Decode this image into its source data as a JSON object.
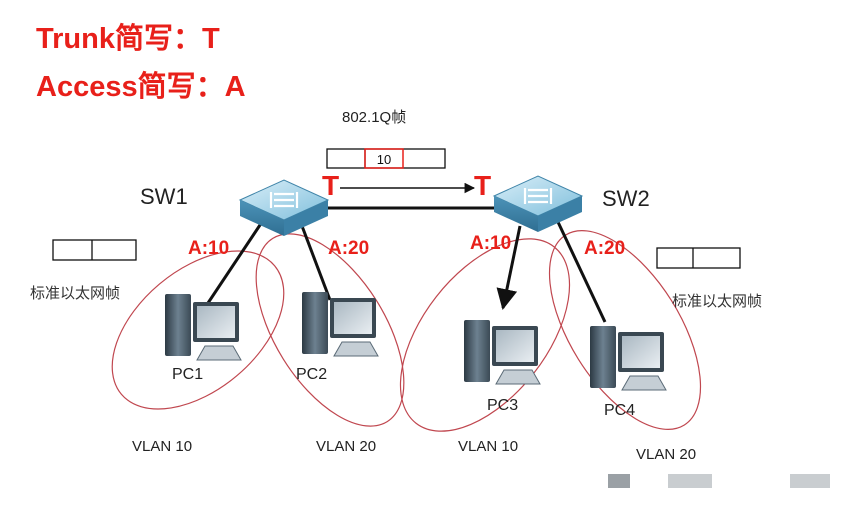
{
  "legend": {
    "trunk": "Trunk简写：T",
    "access": "Access简写：A"
  },
  "frame_top": {
    "caption": "802.1Q帧",
    "vlan_tag": "10"
  },
  "switches": {
    "sw1": "SW1",
    "sw2": "SW2"
  },
  "trunk_marks": {
    "left": "T",
    "right": "T"
  },
  "ports": {
    "sw1_pc1": "A:10",
    "sw1_pc2": "A:20",
    "sw2_pc3": "A:10",
    "sw2_pc4": "A:20"
  },
  "std_frames": {
    "left": "标准以太网帧",
    "right": "标准以太网帧"
  },
  "pcs": {
    "pc1": "PC1",
    "pc2": "PC2",
    "pc3": "PC3",
    "pc4": "PC4"
  },
  "vlans": {
    "v1": "VLAN 10",
    "v2": "VLAN 20",
    "v3": "VLAN 10",
    "v4": "VLAN 20"
  },
  "colors": {
    "accent": "#e8201a",
    "switch_body": "#5aa3c8",
    "pc_body": "#5d6f7c",
    "ellipse": "#c0474f"
  },
  "icons": {
    "switch": "network-switch-icon",
    "pc": "desktop-computer-icon"
  }
}
